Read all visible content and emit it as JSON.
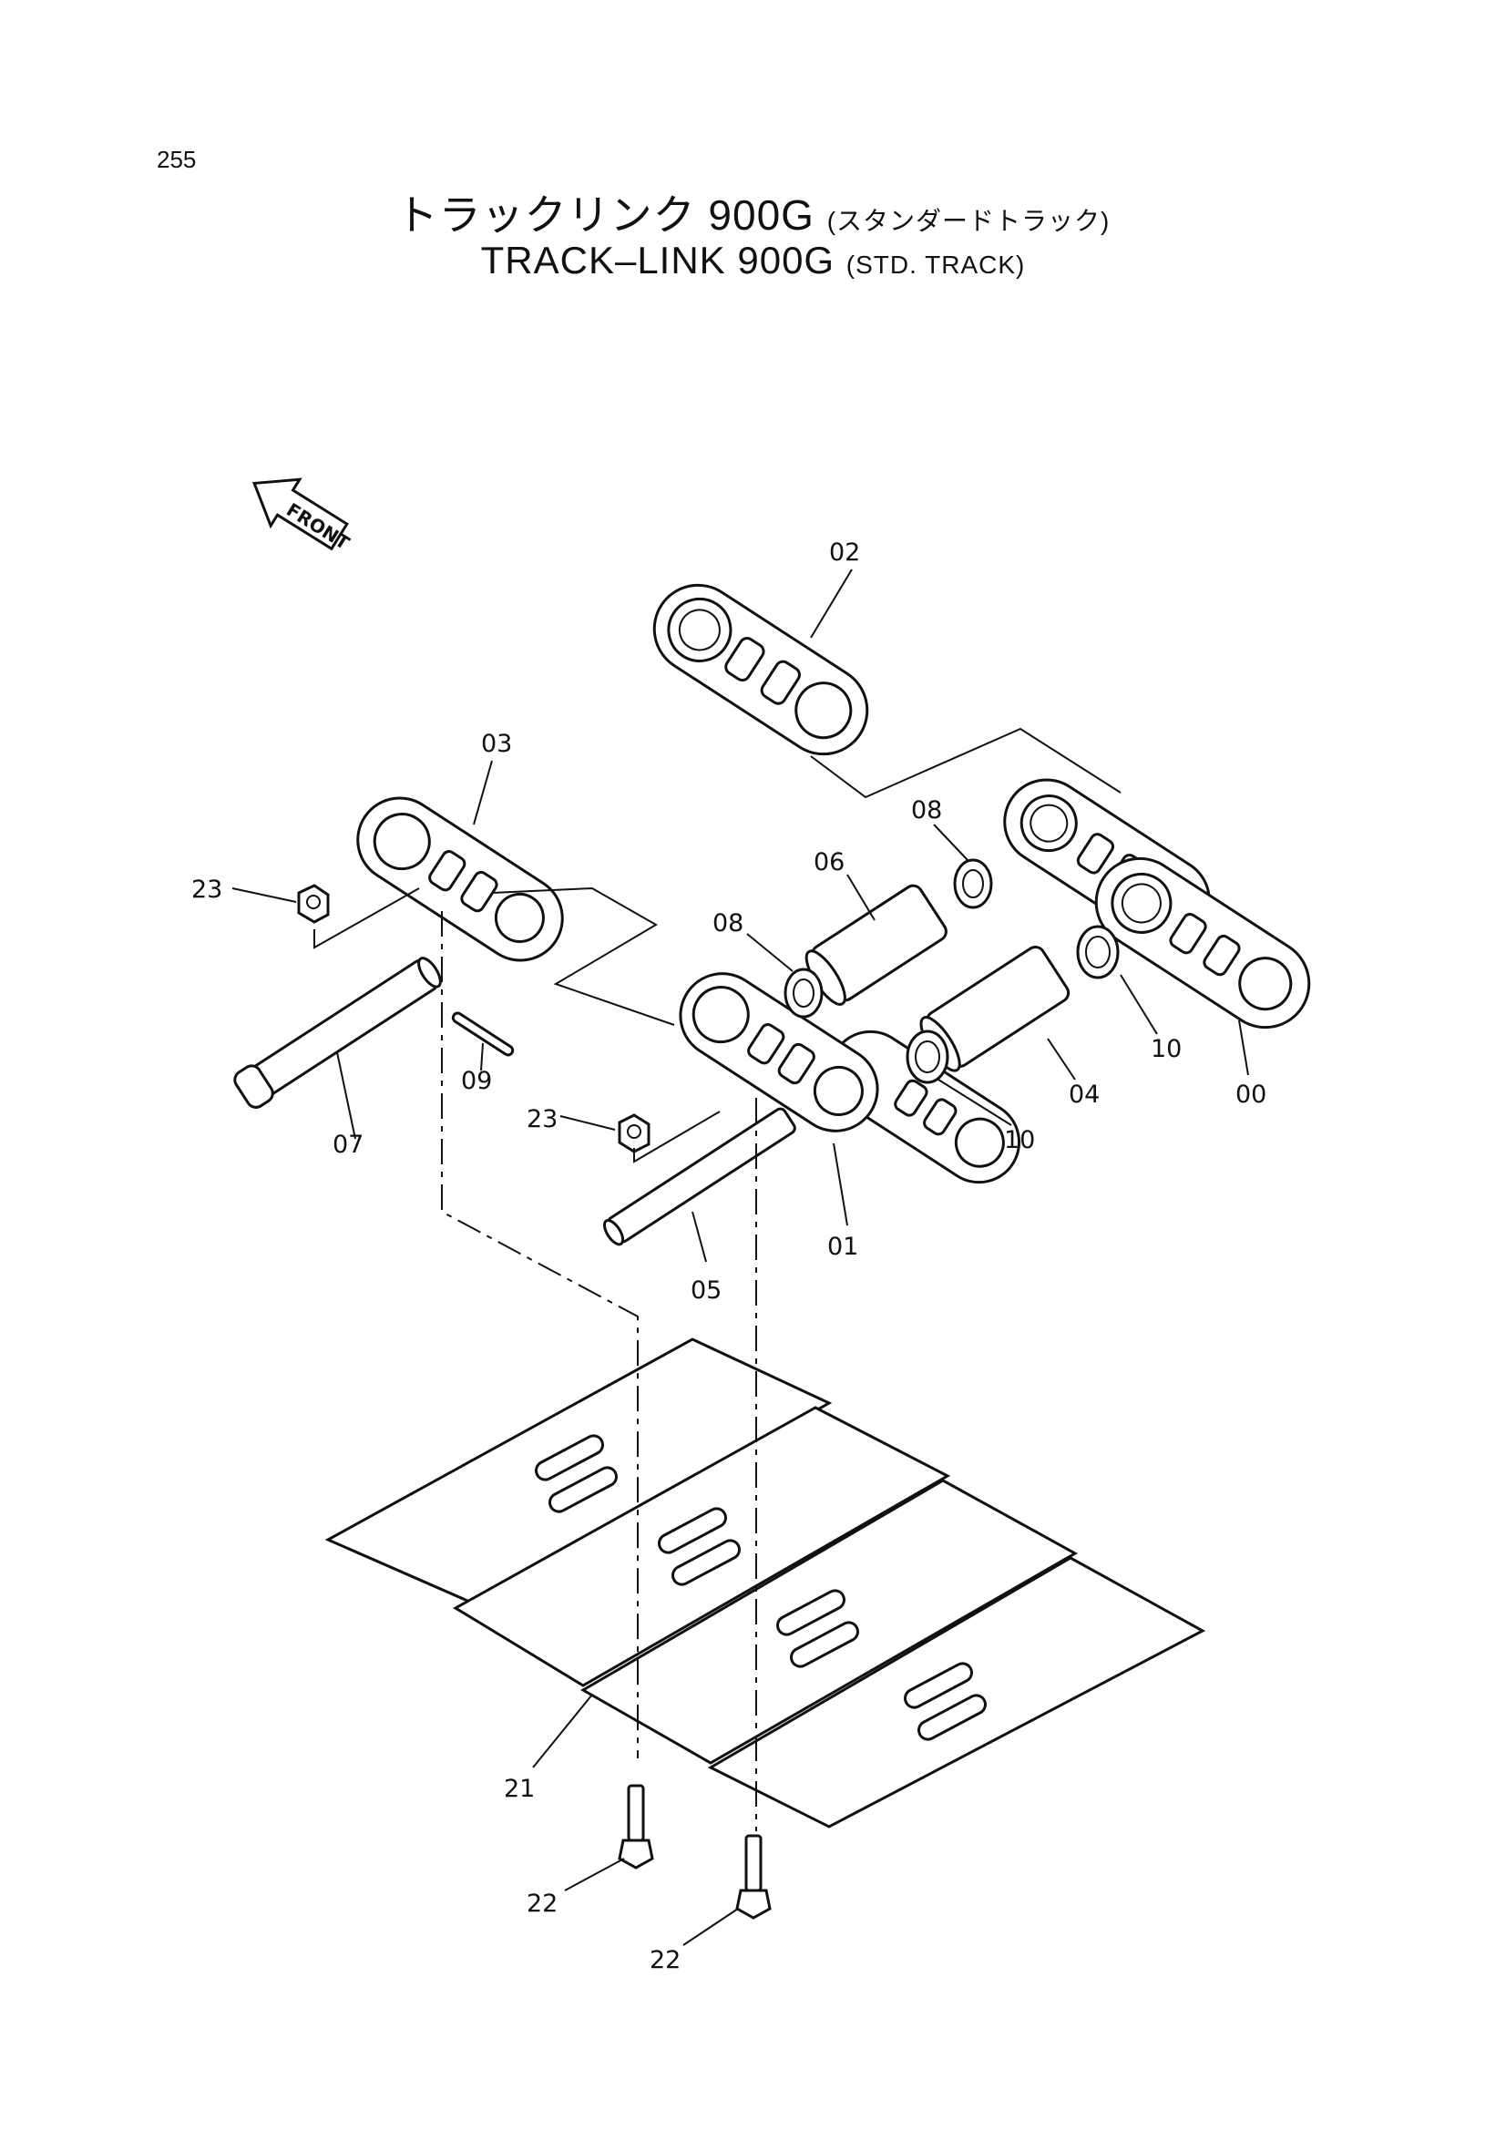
{
  "page": {
    "number": "255"
  },
  "title": {
    "jp_main": "トラックリンク 900G",
    "jp_sub": "(スタンダードトラック)",
    "en_main": "TRACK–LINK  900G",
    "en_sub": "(STD. TRACK)"
  },
  "front_arrow": {
    "label": "FRONT"
  },
  "callouts": {
    "c02": "02",
    "c03": "03",
    "c23a": "23",
    "c08a": "08",
    "c06": "06",
    "c08b": "08",
    "c07": "07",
    "c09": "09",
    "c23b": "23",
    "c10a": "10",
    "c04": "04",
    "c10b": "10",
    "c00": "00",
    "c01": "01",
    "c05": "05",
    "c21": "21",
    "c22a": "22",
    "c22b": "22"
  }
}
